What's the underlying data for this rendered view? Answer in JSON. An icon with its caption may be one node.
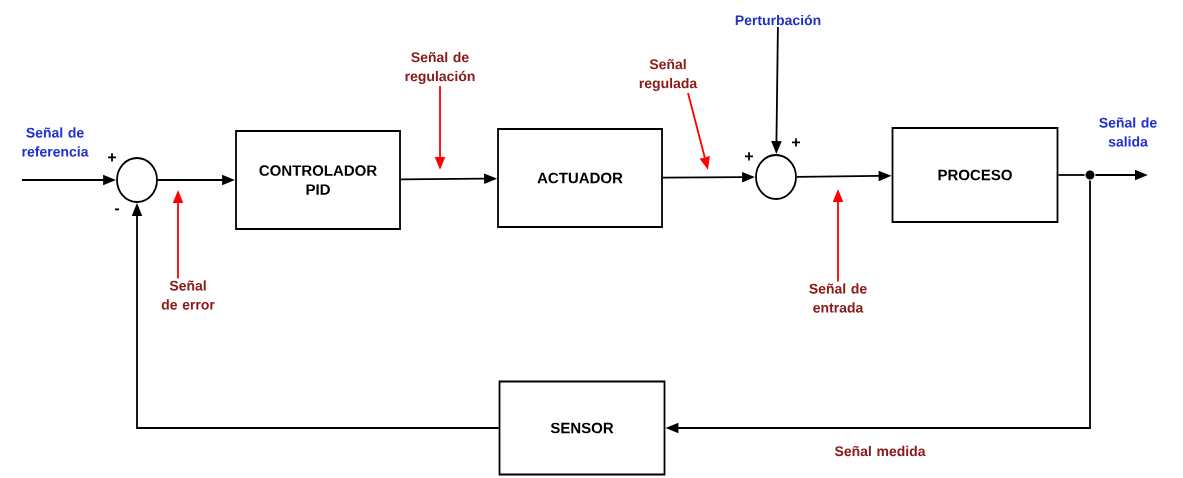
{
  "diagram": {
    "nodes": [
      {
        "text": [],
        "shape": "circle"
      },
      {
        "text": [
          "CONTROLADOR PID"
        ]
      },
      {
        "text": [
          "ACTUADOR"
        ]
      },
      {
        "text": [],
        "shape": "circle"
      },
      {
        "text": [
          "PROCESO"
        ]
      },
      {
        "text": [
          "SENSOR"
        ]
      },
      {
        "text": [],
        "shape": "circle"
      },
      {
        "text": [
          "Perturbación"
        ]
      },
      {
        "text": [
          "Señal de error"
        ]
      },
      {
        "text": [
          "Señal de regulación"
        ]
      },
      {
        "text": [
          "Señal regulada"
        ]
      },
      {
        "text": [
          "Señal de entrada"
        ]
      }
    ],
    "edges": [
      {
        "from": null,
        "to": 0,
        "arrow": "to"
      },
      {
        "from": 0,
        "to": 1,
        "arrow": "to"
      },
      {
        "from": 1,
        "to": 2,
        "arrow": "to"
      },
      {
        "from": 2,
        "to": 3,
        "arrow": "to"
      },
      {
        "from": 7,
        "to": 3,
        "arrow": "to"
      },
      {
        "from": 3,
        "to": 4,
        "arrow": "to"
      },
      {
        "from": 4,
        "to": 6,
        "arrow": "none"
      },
      {
        "from": 6,
        "to": null,
        "arrow": "to"
      },
      {
        "from": 6,
        "to": 5,
        "arrow": "to"
      },
      {
        "from": 5,
        "to": 0,
        "arrow": "to"
      },
      {
        "from": 8,
        "to": null,
        "arrow": "to",
        "color": "#ff0000"
      },
      {
        "from": 9,
        "to": null,
        "arrow": "to",
        "color": "#ff0000"
      },
      {
        "from": 10,
        "to": null,
        "arrow": "to",
        "color": "#ff0000"
      },
      {
        "from": 11,
        "to": null,
        "arrow": "to",
        "color": "#ff0000"
      }
    ],
    "labels": [
      "Señal de referencia",
      "+",
      "-",
      "+",
      "+",
      "Señal de salida",
      "Señal medida"
    ]
  }
}
